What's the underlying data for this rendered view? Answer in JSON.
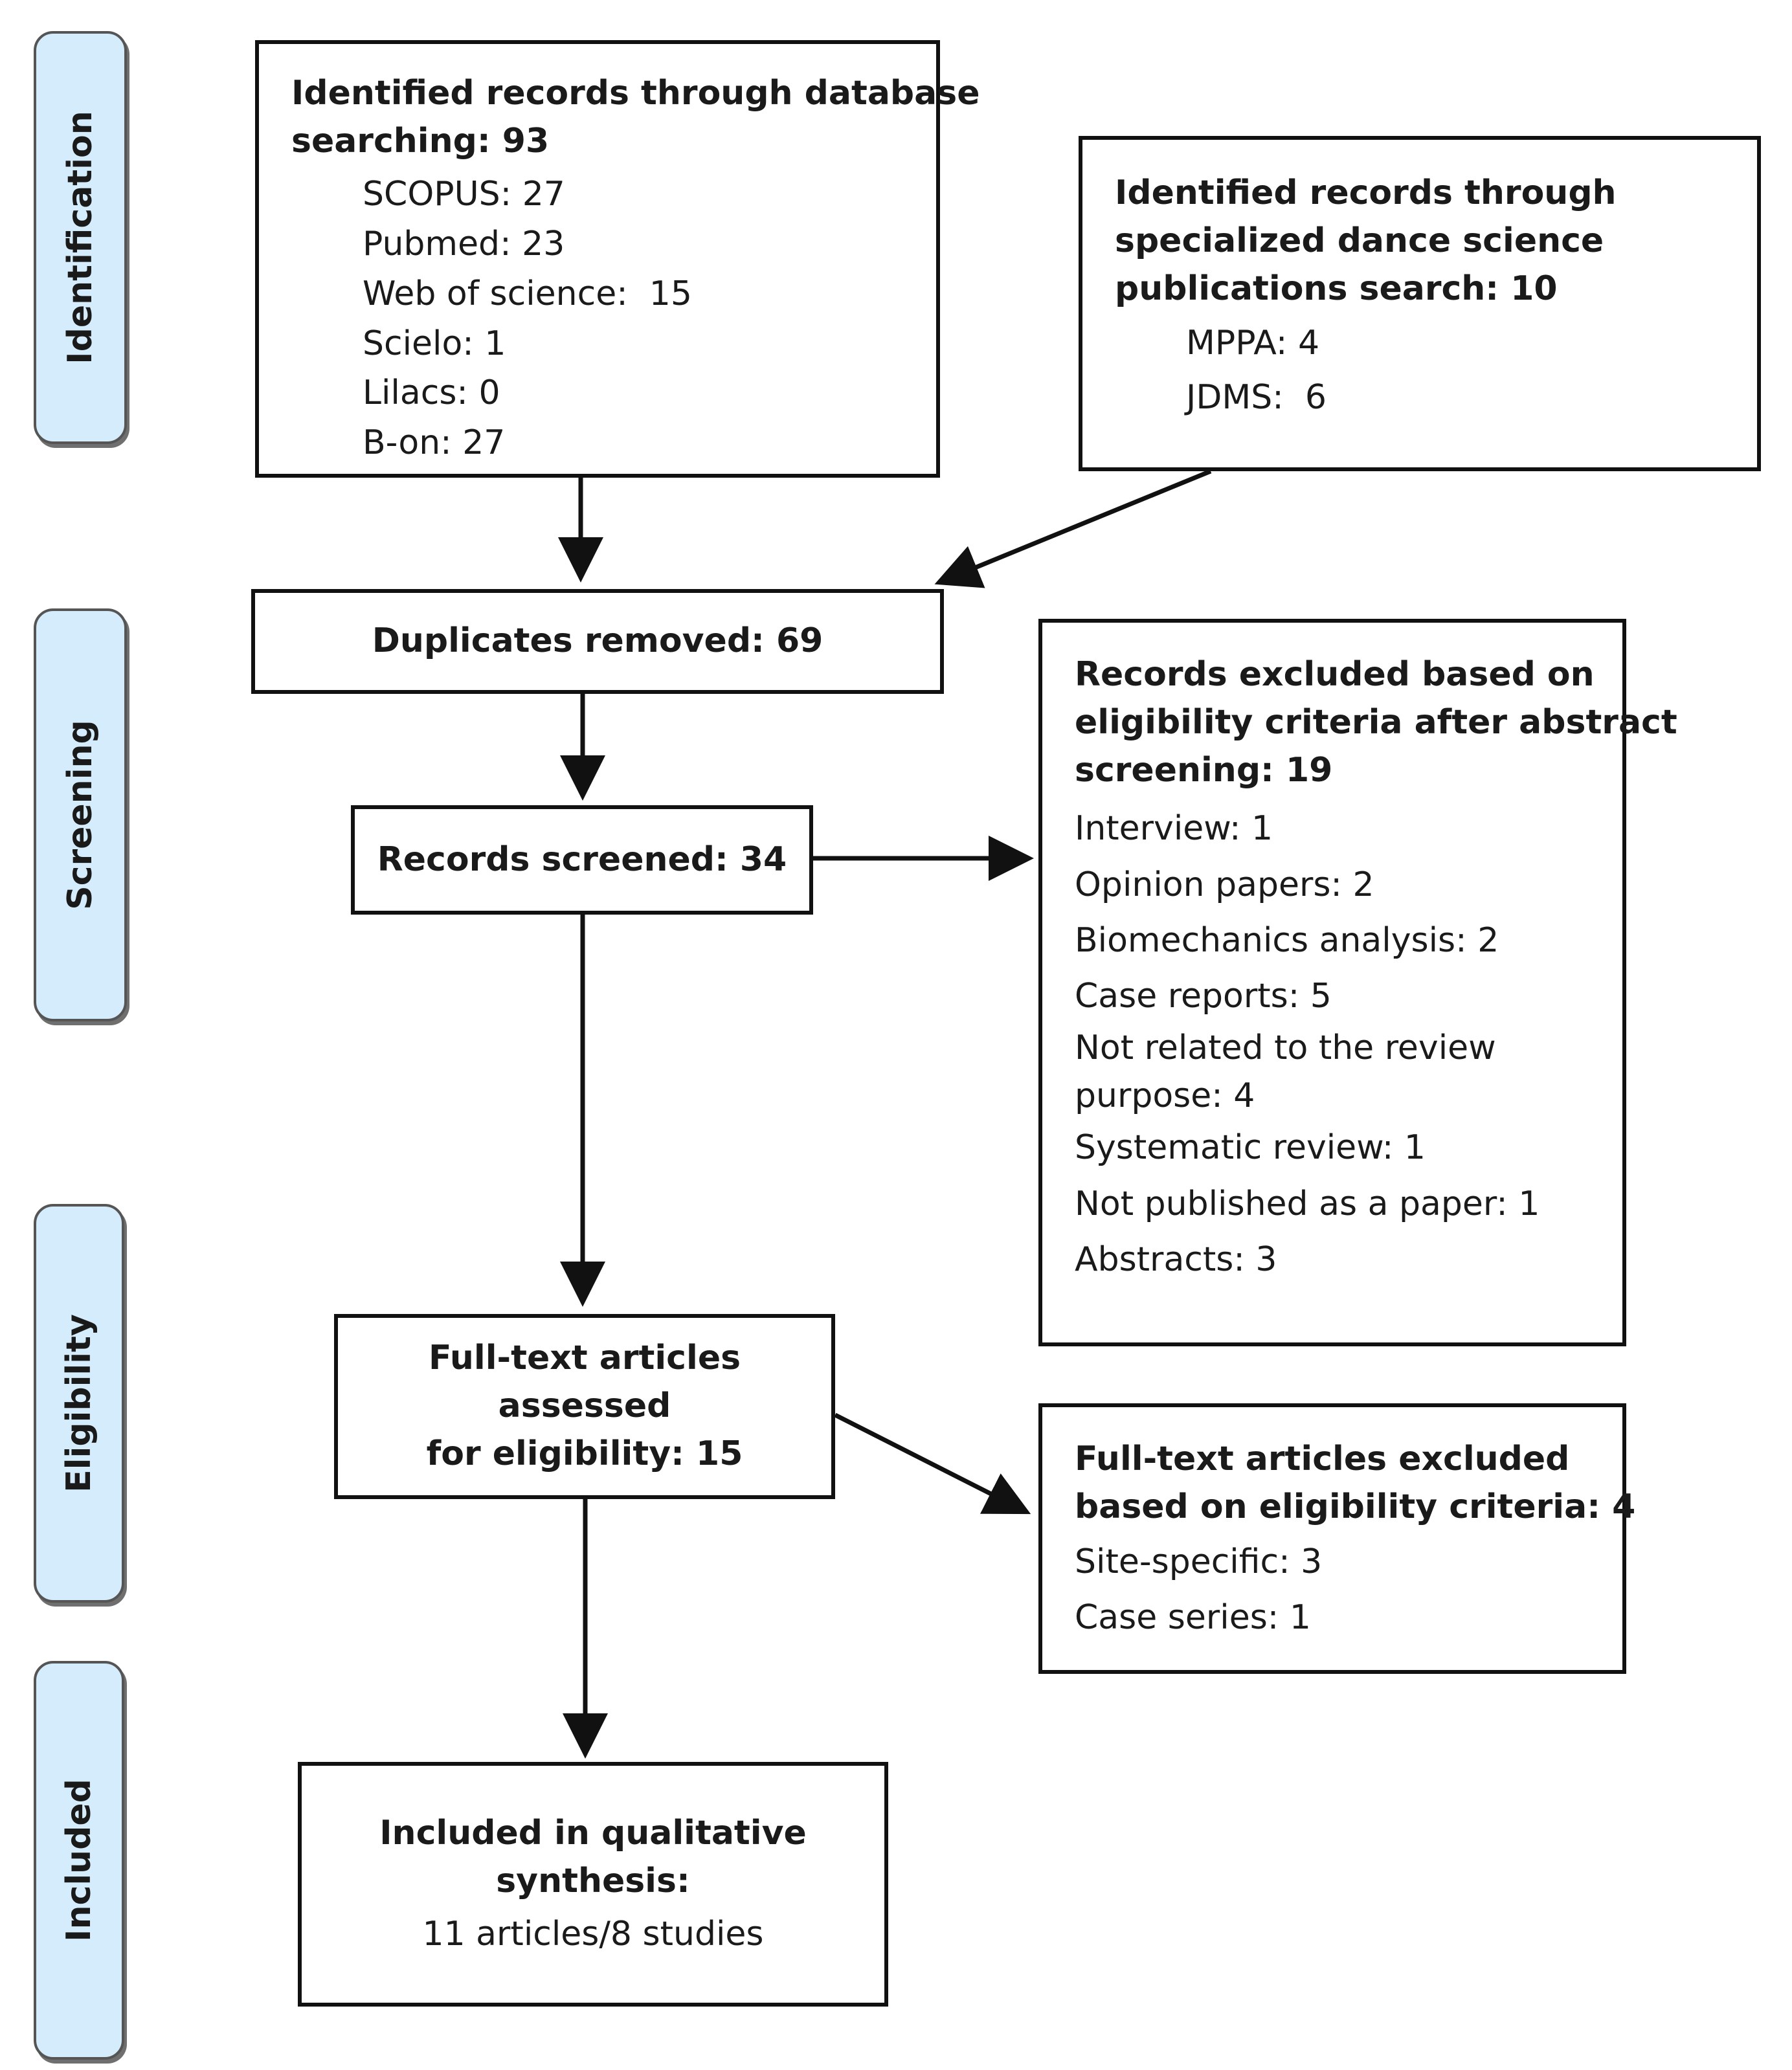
{
  "phases": {
    "identification": "Identification",
    "screening": "Screening",
    "eligibility": "Eligibility",
    "included": "Included"
  },
  "database_search": {
    "title_line1": "Identified records through database",
    "title_line2": "searching: 93",
    "sources": [
      "SCOPUS: 27",
      "Pubmed: 23",
      "Web of science:  15",
      "Scielo: 1",
      "Lilacs: 0",
      "B-on: 27"
    ]
  },
  "dance_search": {
    "title_line1": "Identified records through",
    "title_line2": "specialized dance science",
    "title_line3": "publications search: 10",
    "sources": [
      "MPPA: 4",
      "JDMS:  6"
    ]
  },
  "duplicates": {
    "label": "Duplicates removed: 69"
  },
  "screened": {
    "label": "Records screened: 34"
  },
  "excluded_abstract": {
    "title_line1": "Records excluded based on",
    "title_line2": "eligibility criteria after abstract",
    "title_line3": "screening: 19",
    "reasons": [
      "Interview: 1",
      "Opinion papers: 2",
      "Biomechanics analysis: 2",
      "Case reports: 5",
      "Not related to the review",
      "purpose: 4",
      "Systematic review: 1",
      "Not published as a paper: 1",
      "Abstracts: 3"
    ]
  },
  "fulltext_assessed": {
    "line1": "Full-text articles assessed",
    "line2": "for eligibility: 15"
  },
  "fulltext_excluded": {
    "title_line1": "Full-text articles excluded",
    "title_line2": "based on eligibility criteria: 4",
    "reasons": [
      "Site-specific: 3",
      "Case series: 1"
    ]
  },
  "included": {
    "line1": "Included in qualitative",
    "line2": "synthesis:",
    "line3": "11 articles/8 studies"
  }
}
